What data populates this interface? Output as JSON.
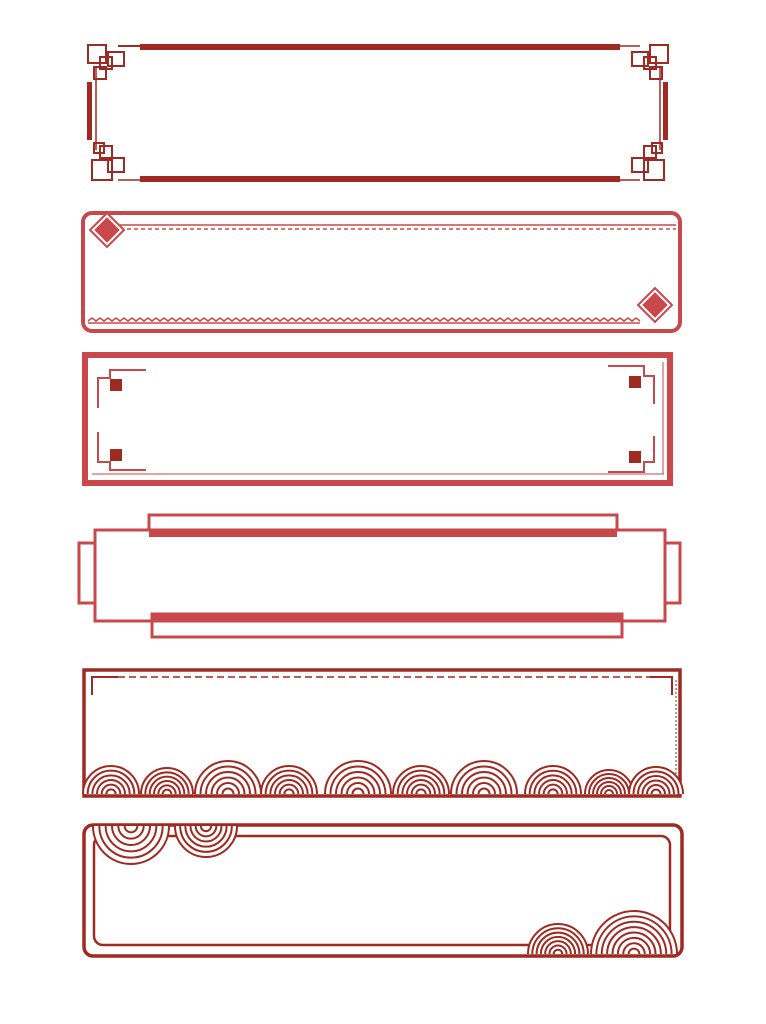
{
  "palette": {
    "dark_red": "#9e2a22",
    "red": "#c9484b",
    "white": "#ffffff"
  },
  "frames": [
    {
      "style": "fretwork-corner-frame",
      "color": "dark_red"
    },
    {
      "style": "diamond-dashed-frame",
      "color": "red"
    },
    {
      "style": "corner-bracket-frame",
      "color": "red"
    },
    {
      "style": "stepped-tab-frame",
      "color": "red"
    },
    {
      "style": "wave-scallop-frame",
      "color": "dark_red"
    },
    {
      "style": "rounded-wave-frame",
      "color": "dark_red"
    }
  ]
}
